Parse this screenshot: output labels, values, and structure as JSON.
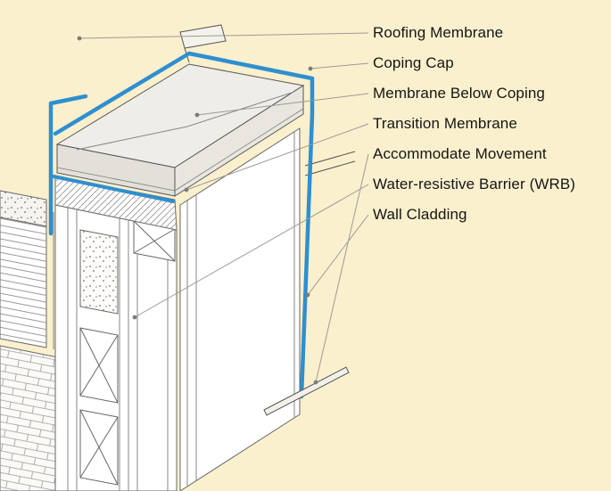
{
  "diagram": {
    "background_color": "#fbf0cd",
    "membrane_color": "#2e8fd0",
    "linework_color": "#555555",
    "labels": [
      {
        "id": "roofing-membrane",
        "text": "Roofing Membrane"
      },
      {
        "id": "coping-cap",
        "text": "Coping Cap"
      },
      {
        "id": "membrane-below-coping",
        "text": "Membrane Below Coping"
      },
      {
        "id": "transition-membrane",
        "text": "Transition Membrane"
      },
      {
        "id": "accommodate-movement",
        "text": "Accommodate Movement"
      },
      {
        "id": "wrb",
        "text": "Water-resistive Barrier (WRB)"
      },
      {
        "id": "wall-cladding",
        "text": "Wall Cladding"
      }
    ]
  }
}
